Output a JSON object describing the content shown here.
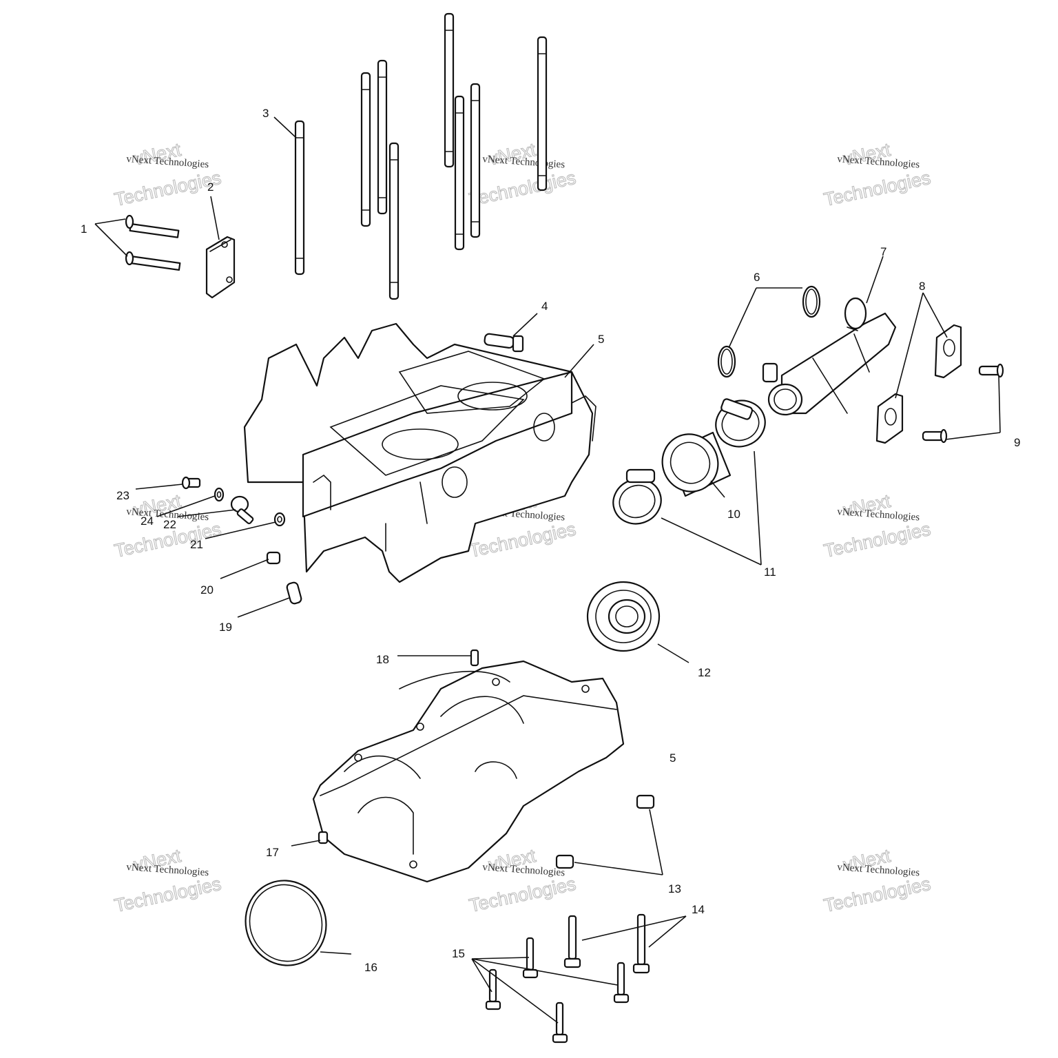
{
  "callouts": [
    {
      "id": "1",
      "text": "1"
    },
    {
      "id": "2",
      "text": "2"
    },
    {
      "id": "3",
      "text": "3"
    },
    {
      "id": "4",
      "text": "4"
    },
    {
      "id": "5a",
      "text": "5"
    },
    {
      "id": "5b",
      "text": "5"
    },
    {
      "id": "6",
      "text": "6"
    },
    {
      "id": "7",
      "text": "7"
    },
    {
      "id": "8",
      "text": "8"
    },
    {
      "id": "9",
      "text": "9"
    },
    {
      "id": "10",
      "text": "10"
    },
    {
      "id": "11",
      "text": "11"
    },
    {
      "id": "12",
      "text": "12"
    },
    {
      "id": "13",
      "text": "13"
    },
    {
      "id": "14",
      "text": "14"
    },
    {
      "id": "15",
      "text": "15"
    },
    {
      "id": "16",
      "text": "16"
    },
    {
      "id": "17",
      "text": "17"
    },
    {
      "id": "18",
      "text": "18"
    },
    {
      "id": "19",
      "text": "19"
    },
    {
      "id": "20",
      "text": "20"
    },
    {
      "id": "21",
      "text": "21"
    },
    {
      "id": "22",
      "text": "22"
    },
    {
      "id": "23",
      "text": "23"
    },
    {
      "id": "24",
      "text": "24"
    }
  ],
  "watermark": {
    "brand": "vNext",
    "line": "vNext Technologies",
    "word": "Technologies"
  }
}
